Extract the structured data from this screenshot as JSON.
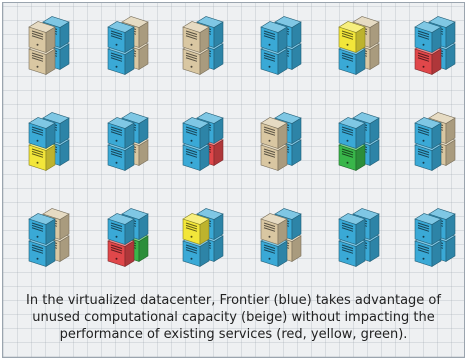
{
  "colors": {
    "frontier_blue": "#3aa9d6",
    "unused_beige": "#d9c7a2",
    "service_red": "#e0474a",
    "service_yellow": "#f2e63a",
    "service_green": "#39b64a"
  },
  "caption_lines": [
    "In the virtualized datacenter, Frontier (blue) takes advantage of",
    "unused computational capacity (beige) without impacting the",
    "performance of existing services (red, yellow, green)."
  ],
  "racks": [
    {
      "name": "rack-r1c1",
      "servers": [
        "beige",
        "blue",
        "beige",
        "blue"
      ]
    },
    {
      "name": "rack-r1c2",
      "servers": [
        "blue",
        "beige",
        "blue",
        "beige"
      ]
    },
    {
      "name": "rack-r1c3",
      "servers": [
        "beige",
        "blue",
        "beige",
        "blue"
      ]
    },
    {
      "name": "rack-r1c4",
      "servers": [
        "blue",
        "blue",
        "blue",
        "blue"
      ]
    },
    {
      "name": "rack-r1c5",
      "servers": [
        "yellow",
        "beige",
        "blue",
        "beige"
      ]
    },
    {
      "name": "rack-r1c6",
      "servers": [
        "blue",
        "blue",
        "red",
        "blue"
      ]
    },
    {
      "name": "rack-r2c1",
      "servers": [
        "blue",
        "blue",
        "yellow",
        "blue"
      ]
    },
    {
      "name": "rack-r2c2",
      "servers": [
        "blue",
        "blue",
        "blue",
        "beige"
      ]
    },
    {
      "name": "rack-r2c3",
      "servers": [
        "blue",
        "blue",
        "blue",
        "red"
      ]
    },
    {
      "name": "rack-r2c4",
      "servers": [
        "beige",
        "blue",
        "beige",
        "blue"
      ]
    },
    {
      "name": "rack-r2c5",
      "servers": [
        "blue",
        "blue",
        "green",
        "blue"
      ]
    },
    {
      "name": "rack-r2c6",
      "servers": [
        "blue",
        "beige",
        "blue",
        "beige"
      ]
    },
    {
      "name": "rack-r3c1",
      "servers": [
        "blue",
        "beige",
        "blue",
        "beige"
      ]
    },
    {
      "name": "rack-r3c2",
      "servers": [
        "blue",
        "blue",
        "red",
        "green"
      ]
    },
    {
      "name": "rack-r3c3",
      "servers": [
        "yellow",
        "blue",
        "blue",
        "blue"
      ]
    },
    {
      "name": "rack-r3c4",
      "servers": [
        "beige",
        "blue",
        "blue",
        "beige"
      ]
    },
    {
      "name": "rack-r3c5",
      "servers": [
        "blue",
        "blue",
        "blue",
        "blue"
      ]
    },
    {
      "name": "rack-r3c6",
      "servers": [
        "blue",
        "blue",
        "blue",
        "blue"
      ]
    }
  ]
}
